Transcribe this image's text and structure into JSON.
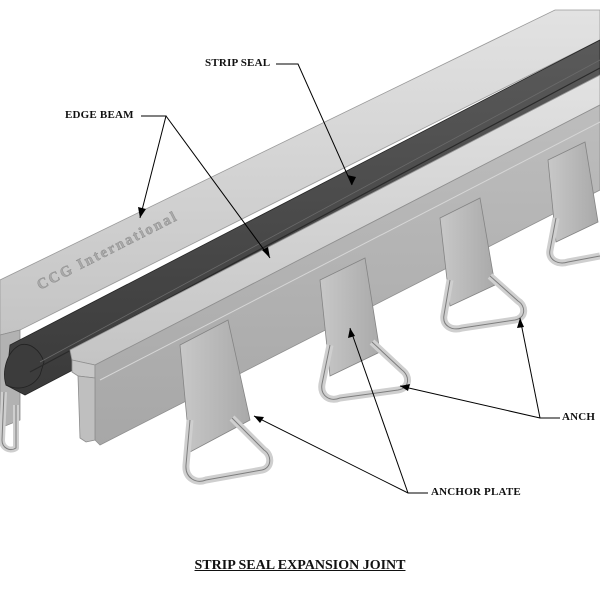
{
  "labels": {
    "strip_seal": "STRIP SEAL",
    "edge_beam": "EDGE BEAM",
    "anchor_loop": "ANCH",
    "anchor_plate": "ANCHOR PLATE"
  },
  "embossed_text": "CCG International",
  "caption": "STRIP SEAL EXPANSION JOINT",
  "colors": {
    "steel_light": "#d3d3d3",
    "steel_mid": "#b9b9b9",
    "steel_dark": "#8f8f8f",
    "seal": "#4a4a4a",
    "seal_dark": "#2c2c2c",
    "leader": "#000000"
  }
}
